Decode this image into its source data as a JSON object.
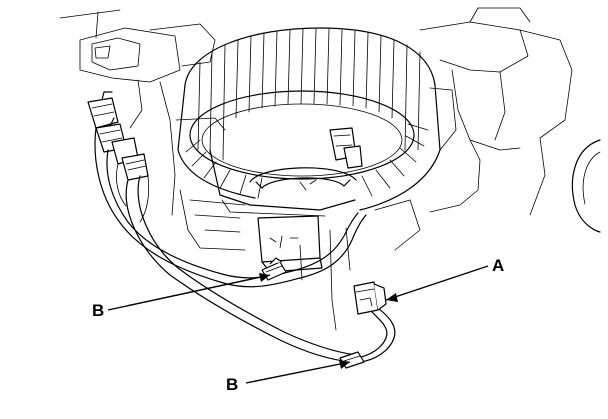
{
  "callouts": {
    "a": "A",
    "b_upper": "B",
    "b_lower": "B"
  }
}
